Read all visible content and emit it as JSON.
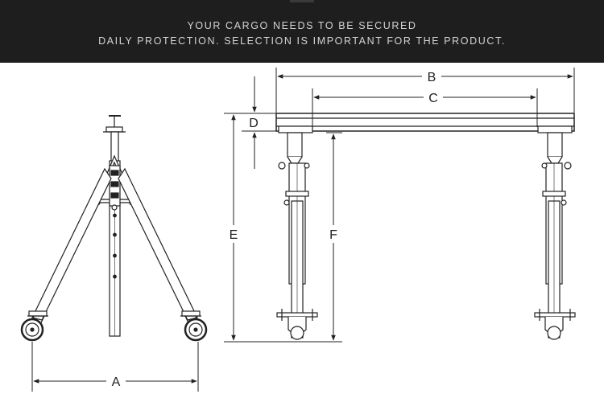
{
  "banner": {
    "line1": "YOUR CARGO NEEDS TO BE SECURED",
    "line2": "DAILY PROTECTION. SELECTION IS IMPORTANT FOR THE PRODUCT."
  },
  "labels": {
    "A": "A",
    "B": "B",
    "C": "C",
    "D": "D",
    "E": "E",
    "F": "F"
  },
  "colors": {
    "banner_bg": "#1e1e1e",
    "banner_text": "#d4d4d4",
    "drawing": "#222222"
  }
}
